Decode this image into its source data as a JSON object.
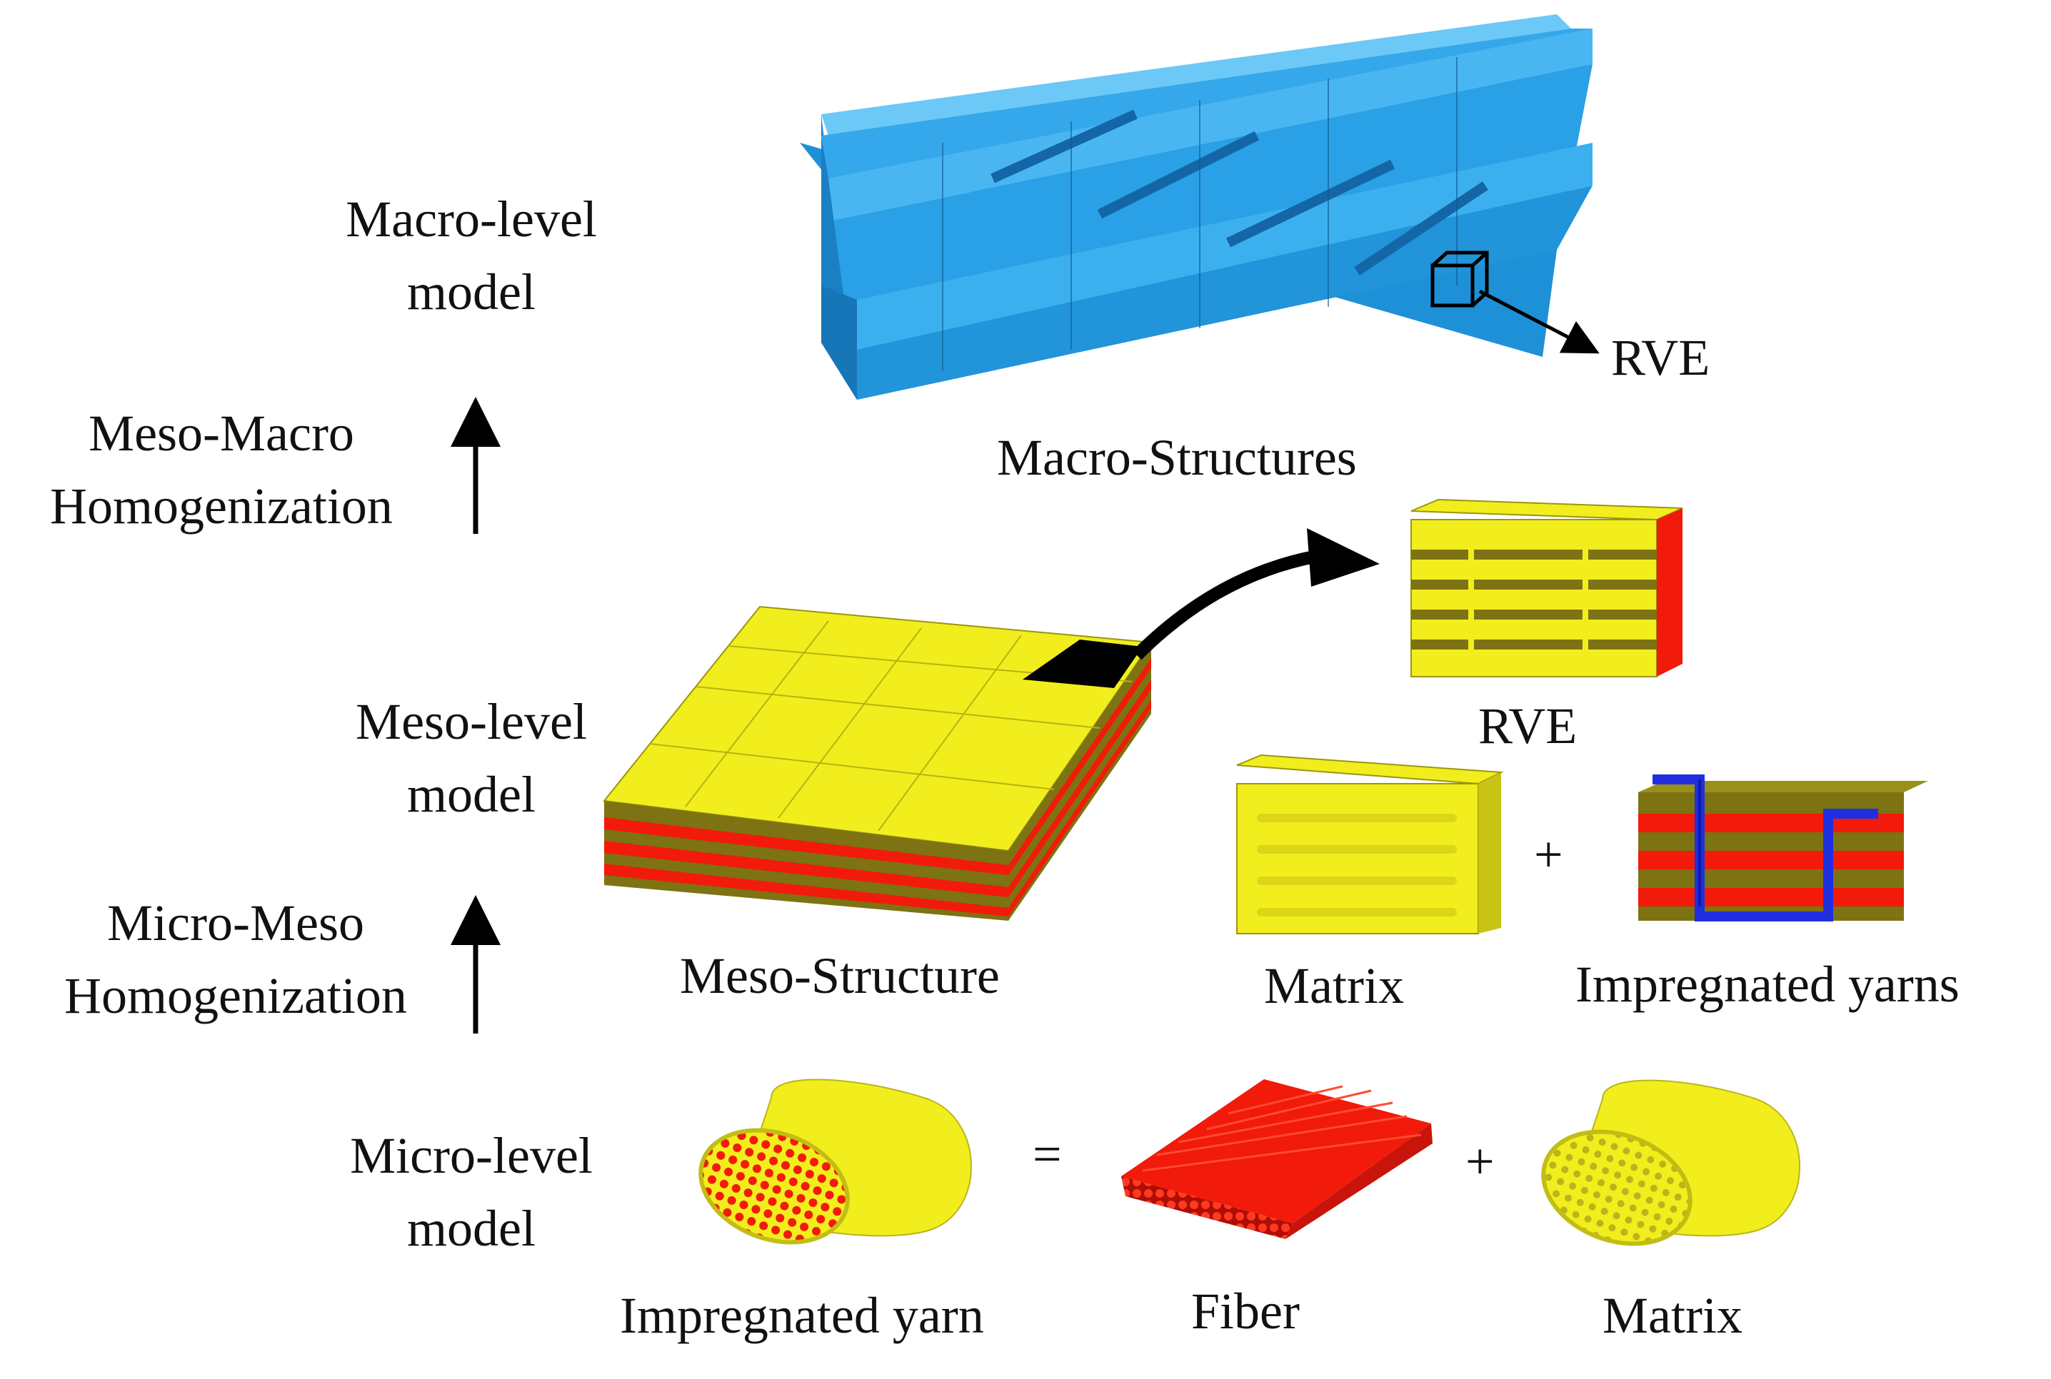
{
  "levels": {
    "macro": {
      "line1": "Macro-level",
      "line2": "model"
    },
    "meso_macro": {
      "line1": "Meso-Macro",
      "line2": "Homogenization"
    },
    "meso": {
      "line1": "Meso-level",
      "line2": "model"
    },
    "micro_meso": {
      "line1": "Micro-Meso",
      "line2": "Homogenization"
    },
    "micro": {
      "line1": "Micro-level",
      "line2": "model"
    }
  },
  "macro_section": {
    "caption": "Macro-Structures",
    "rve_label": "RVE"
  },
  "meso_section": {
    "caption": "Meso-Structure",
    "rve_caption": "RVE",
    "matrix_caption": "Matrix",
    "plus": "+",
    "yarns_caption": "Impregnated yarns"
  },
  "micro_section": {
    "yarn_caption": "Impregnated yarn",
    "equals": "=",
    "fiber_caption": "Fiber",
    "plus": "+",
    "matrix_caption": "Matrix"
  },
  "colors": {
    "macro_blue": "#2aa0e6",
    "matrix_yellow": "#f2ee1e",
    "yarn_red": "#f21a0a",
    "yarn_olive": "#7d7312",
    "binder_blue": "#1f2fe0"
  }
}
